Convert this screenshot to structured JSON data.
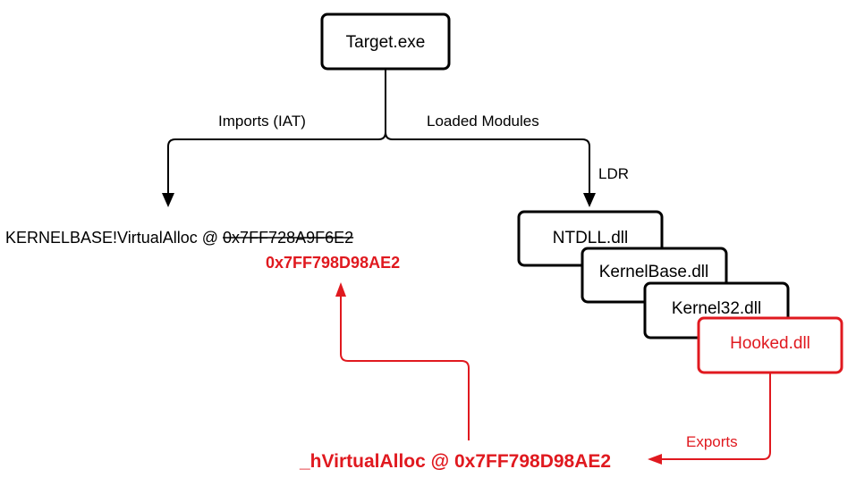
{
  "nodes": {
    "target": "Target.exe",
    "ntdll": "NTDLL.dll",
    "kernelbase": "KernelBase.dll",
    "kernel32": "Kernel32.dll",
    "hooked": "Hooked.dll"
  },
  "edges": {
    "imports": "Imports (IAT)",
    "loaded_modules": "Loaded Modules",
    "ldr": "LDR",
    "exports": "Exports"
  },
  "iat_entry": {
    "prefix": "KERNELBASE!VirtualAlloc @ ",
    "original_address": "0x7FF728A9F6E2",
    "hooked_address": "0x7FF798D98AE2"
  },
  "hook_function": {
    "label": "_hVirtualAlloc @ 0x7FF798D98AE2"
  },
  "colors": {
    "hook": "#e0191f",
    "default": "#000000"
  }
}
